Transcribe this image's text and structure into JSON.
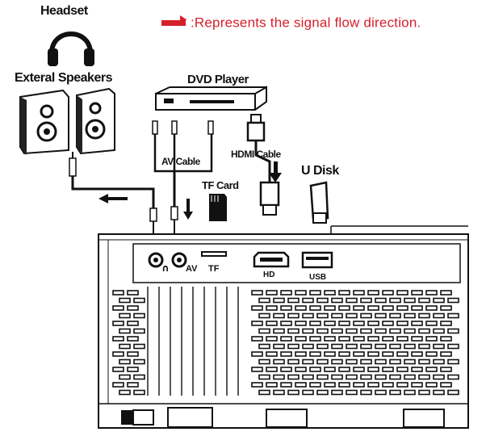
{
  "legend": {
    "arrow_color": "#d6202a",
    "text": ":Represents the signal flow direction."
  },
  "labels": {
    "headset": "Headset",
    "speakers": "Exteral Speakers",
    "dvd_player": "DVD Player",
    "av_cable": "AV Cable",
    "hdmi_cable": "HDMI Cable",
    "tf_card": "TF Card",
    "u_disk": "U Disk"
  },
  "ports": {
    "headphone_symbol": "∩",
    "av": "AV",
    "tf": "TF",
    "hd": "HD",
    "usb": "USB"
  },
  "icons": [
    "headset-icon",
    "speaker-icon",
    "dvd-player-icon",
    "rca-plug-icon",
    "hdmi-plug-icon",
    "sd-card-icon",
    "usb-drive-icon",
    "projector-icon",
    "arrow-icon"
  ]
}
